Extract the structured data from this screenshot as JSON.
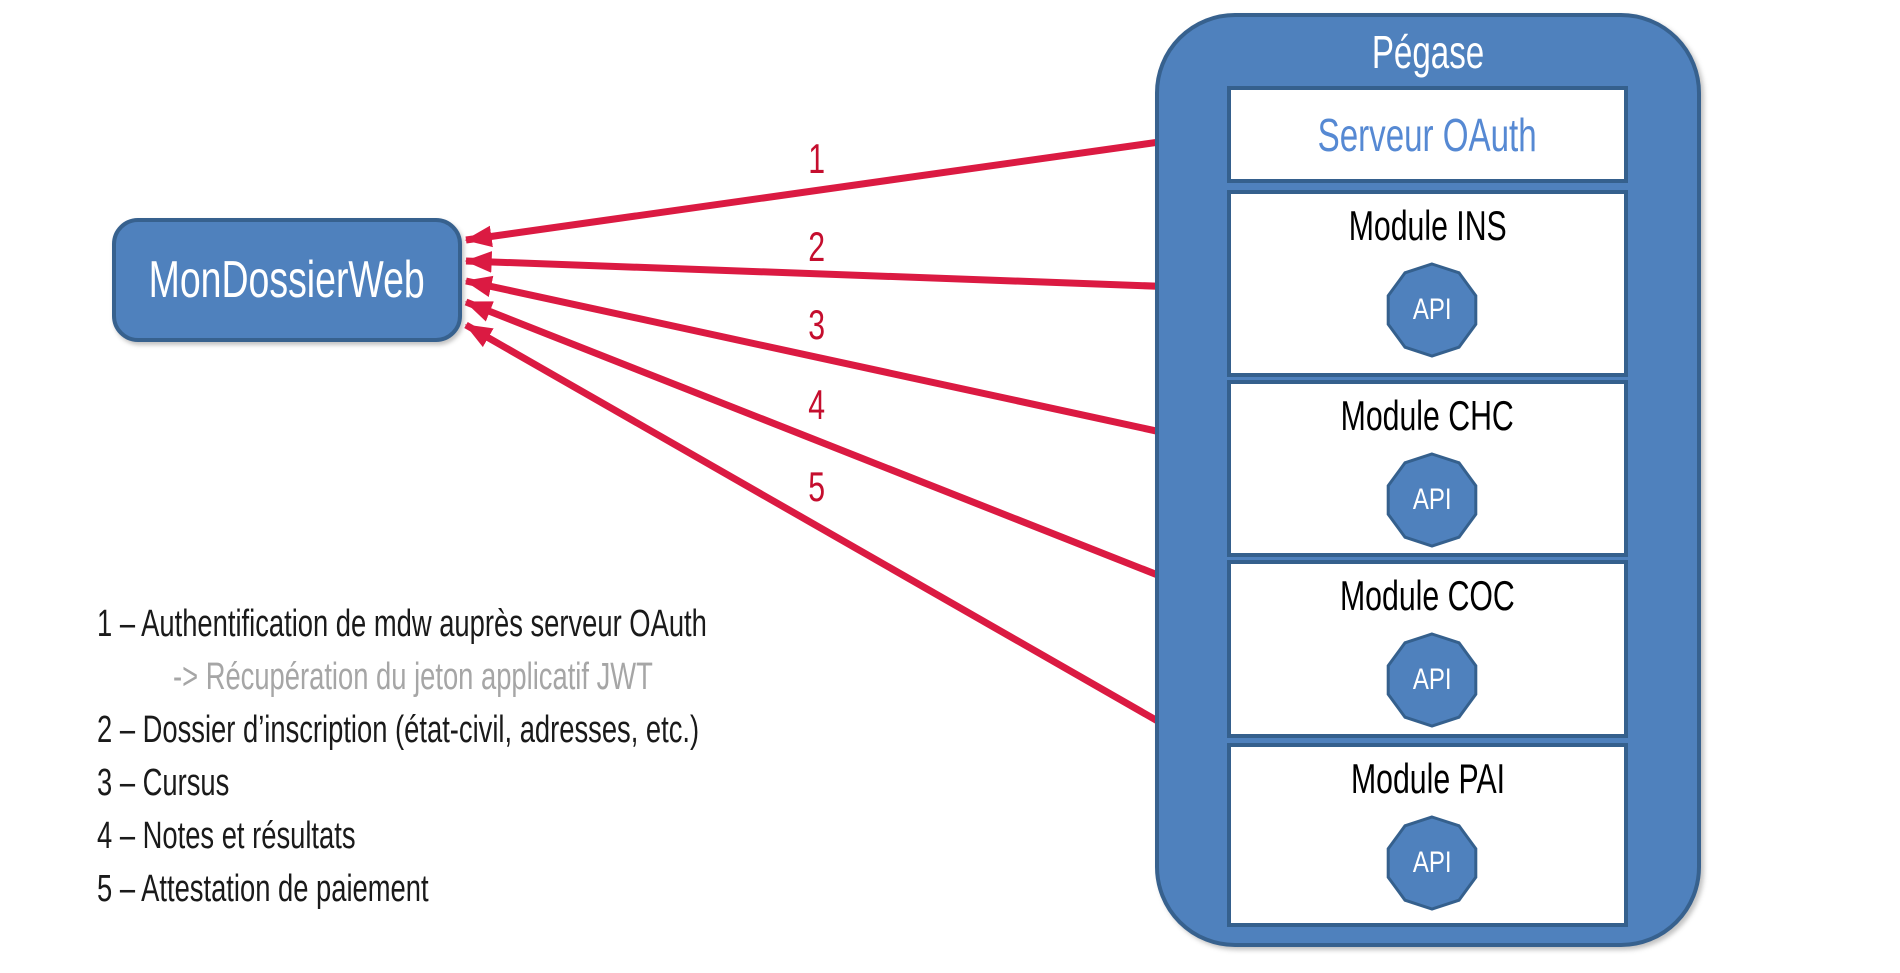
{
  "left_app": {
    "label": "MonDossierWeb"
  },
  "pegase": {
    "title": "Pégase",
    "oauth": {
      "label": "Serveur OAuth"
    },
    "modules": [
      {
        "title": "Module INS",
        "api_label": "API"
      },
      {
        "title": "Module CHC",
        "api_label": "API"
      },
      {
        "title": "Module COC",
        "api_label": "API"
      },
      {
        "title": "Module PAI",
        "api_label": "API"
      }
    ]
  },
  "arrows": [
    {
      "label": "1",
      "from": "MonDossierWeb",
      "to": "Serveur OAuth"
    },
    {
      "label": "2",
      "from": "MonDossierWeb",
      "to": "Module INS API"
    },
    {
      "label": "3",
      "from": "MonDossierWeb",
      "to": "Module CHC API"
    },
    {
      "label": "4",
      "from": "MonDossierWeb",
      "to": "Module COC API"
    },
    {
      "label": "5",
      "from": "MonDossierWeb",
      "to": "Module PAI API"
    }
  ],
  "legend": {
    "items": [
      {
        "text": "1 – Authentification de mdw auprès serveur OAuth",
        "muted": false
      },
      {
        "text": "-> Récupération du jeton applicatif JWT",
        "muted": true
      },
      {
        "text": "2 – Dossier d’inscription (état-civil, adresses, etc.)",
        "muted": false
      },
      {
        "text": "3 – Cursus",
        "muted": false
      },
      {
        "text": "4 – Notes et résultats",
        "muted": false
      },
      {
        "text": "5 – Attestation de paiement",
        "muted": false
      }
    ]
  },
  "colors": {
    "shape_fill": "#4F81BD",
    "shape_border": "#37618E",
    "oauth_text": "#5689D3",
    "arrow_red": "#DB1A42",
    "number_red": "#C50E2E",
    "legend_muted": "#A6A6A6"
  }
}
